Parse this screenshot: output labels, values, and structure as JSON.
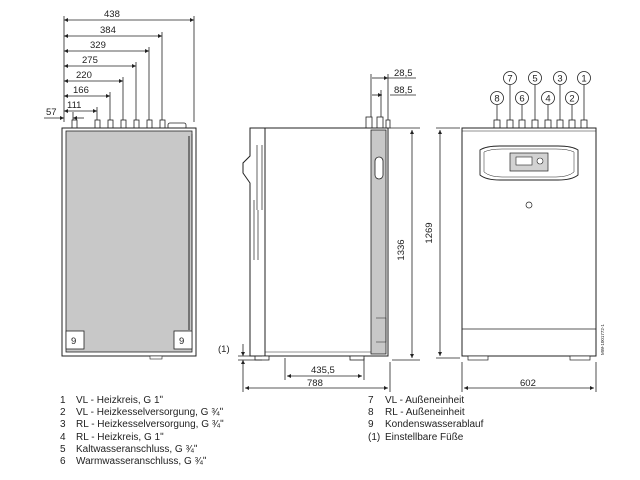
{
  "front_view": {
    "width_dimensions": [
      "438",
      "384",
      "329",
      "275",
      "220",
      "166",
      "111",
      "57"
    ],
    "drain_marker_left": "9",
    "drain_marker_right": "9"
  },
  "side_view": {
    "top_dims": [
      "28,5",
      "88,5"
    ],
    "height_dim": "1336",
    "adjustable_feet_marker": "(1)",
    "bottom_dims": [
      "435,5",
      "788"
    ]
  },
  "rear_view": {
    "connection_labels": [
      "8",
      "7",
      "6",
      "5",
      "4",
      "3",
      "2",
      "1"
    ],
    "height_dim": "1269",
    "width_dim": "602",
    "drawing_code": "MW-1001772-1"
  },
  "legend": {
    "left": [
      {
        "num": "1",
        "text": "VL - Heizkreis, G 1ʺ"
      },
      {
        "num": "2",
        "text": "VL - Heizkesselversorgung, G ¾ʺ"
      },
      {
        "num": "3",
        "text": "RL - Heizkesselversorgung, G ¾ʺ"
      },
      {
        "num": "4",
        "text": "RL - Heizkreis, G 1ʺ"
      },
      {
        "num": "5",
        "text": "Kaltwasseranschluss, G ¾ʺ"
      },
      {
        "num": "6",
        "text": "Warmwasseranschluss, G ¾ʺ"
      }
    ],
    "right": [
      {
        "num": "7",
        "text": "VL - Außeneinheit"
      },
      {
        "num": "8",
        "text": "RL - Außeneinheit"
      },
      {
        "num": "9",
        "text": "Kondenswasserablauf"
      },
      {
        "num": "(1)",
        "text": "Einstellbare Füße"
      }
    ]
  }
}
